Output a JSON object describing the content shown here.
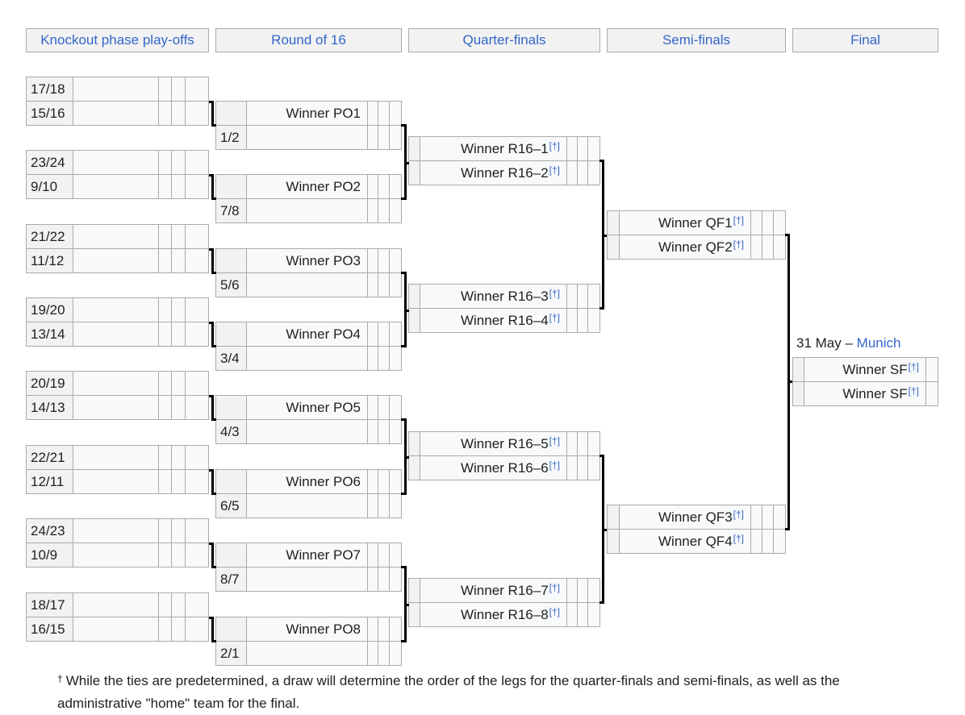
{
  "headers": {
    "playoffs": "Knockout phase play-offs",
    "r16": "Round of 16",
    "qf": "Quarter-finals",
    "sf": "Semi-finals",
    "final": "Final"
  },
  "ref_mark": "[†]",
  "playoffs": [
    {
      "top": {
        "seed": "17/18",
        "team": ""
      },
      "bottom": {
        "seed": "15/16",
        "team": ""
      }
    },
    {
      "top": {
        "seed": "23/24",
        "team": ""
      },
      "bottom": {
        "seed": "9/10",
        "team": ""
      }
    },
    {
      "top": {
        "seed": "21/22",
        "team": ""
      },
      "bottom": {
        "seed": "11/12",
        "team": ""
      }
    },
    {
      "top": {
        "seed": "19/20",
        "team": ""
      },
      "bottom": {
        "seed": "13/14",
        "team": ""
      }
    },
    {
      "top": {
        "seed": "20/19",
        "team": ""
      },
      "bottom": {
        "seed": "14/13",
        "team": ""
      }
    },
    {
      "top": {
        "seed": "22/21",
        "team": ""
      },
      "bottom": {
        "seed": "12/11",
        "team": ""
      }
    },
    {
      "top": {
        "seed": "24/23",
        "team": ""
      },
      "bottom": {
        "seed": "10/9",
        "team": ""
      }
    },
    {
      "top": {
        "seed": "18/17",
        "team": ""
      },
      "bottom": {
        "seed": "16/15",
        "team": ""
      }
    }
  ],
  "r16": [
    {
      "top": {
        "seed": "",
        "team": "Winner PO1"
      },
      "bottom": {
        "seed": "1/2",
        "team": ""
      }
    },
    {
      "top": {
        "seed": "",
        "team": "Winner PO2"
      },
      "bottom": {
        "seed": "7/8",
        "team": ""
      }
    },
    {
      "top": {
        "seed": "",
        "team": "Winner PO3"
      },
      "bottom": {
        "seed": "5/6",
        "team": ""
      }
    },
    {
      "top": {
        "seed": "",
        "team": "Winner PO4"
      },
      "bottom": {
        "seed": "3/4",
        "team": ""
      }
    },
    {
      "top": {
        "seed": "",
        "team": "Winner PO5"
      },
      "bottom": {
        "seed": "4/3",
        "team": ""
      }
    },
    {
      "top": {
        "seed": "",
        "team": "Winner PO6"
      },
      "bottom": {
        "seed": "6/5",
        "team": ""
      }
    },
    {
      "top": {
        "seed": "",
        "team": "Winner PO7"
      },
      "bottom": {
        "seed": "8/7",
        "team": ""
      }
    },
    {
      "top": {
        "seed": "",
        "team": "Winner PO8"
      },
      "bottom": {
        "seed": "2/1",
        "team": ""
      }
    }
  ],
  "qf": [
    {
      "top": {
        "seed": "",
        "team": "Winner R16–1"
      },
      "bottom": {
        "seed": "",
        "team": "Winner R16–2"
      }
    },
    {
      "top": {
        "seed": "",
        "team": "Winner R16–3"
      },
      "bottom": {
        "seed": "",
        "team": "Winner R16–4"
      }
    },
    {
      "top": {
        "seed": "",
        "team": "Winner R16–5"
      },
      "bottom": {
        "seed": "",
        "team": "Winner R16–6"
      }
    },
    {
      "top": {
        "seed": "",
        "team": "Winner R16–7"
      },
      "bottom": {
        "seed": "",
        "team": "Winner R16–8"
      }
    }
  ],
  "sf": [
    {
      "top": {
        "seed": "",
        "team": "Winner QF1"
      },
      "bottom": {
        "seed": "",
        "team": "Winner QF2"
      }
    },
    {
      "top": {
        "seed": "",
        "team": "Winner QF3"
      },
      "bottom": {
        "seed": "",
        "team": "Winner QF4"
      }
    }
  ],
  "final": {
    "date": "31 May – ",
    "venue": "Munich",
    "top": {
      "seed": "",
      "team": "Winner SF"
    },
    "bottom": {
      "seed": "",
      "team": "Winner SF"
    }
  },
  "footnote": {
    "mark": "†",
    "text": "While the ties are predetermined, a draw will determine the order of the legs for the quarter-finals and semi-finals, as well as the administrative \"home\" team for the final."
  }
}
